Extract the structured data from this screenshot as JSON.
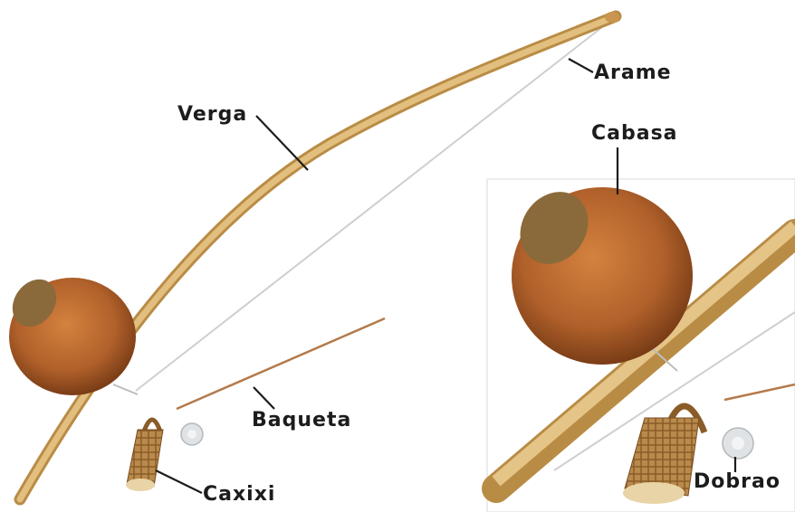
{
  "labels": {
    "arame": "Arame",
    "verga": "Verga",
    "cabasa": "Cabasa",
    "baqueta": "Baqueta",
    "caxixi": "Caxixi",
    "dobrao": "Dobrao"
  },
  "colors": {
    "wood": "#d9b06a",
    "wood_shadow": "#b98c45",
    "gourd": "#b8642a",
    "gourd_dark": "#7a3c14",
    "string": "#c9c9c9",
    "label_text": "#1c1c1c",
    "inset_border": "#e6e6e6"
  }
}
